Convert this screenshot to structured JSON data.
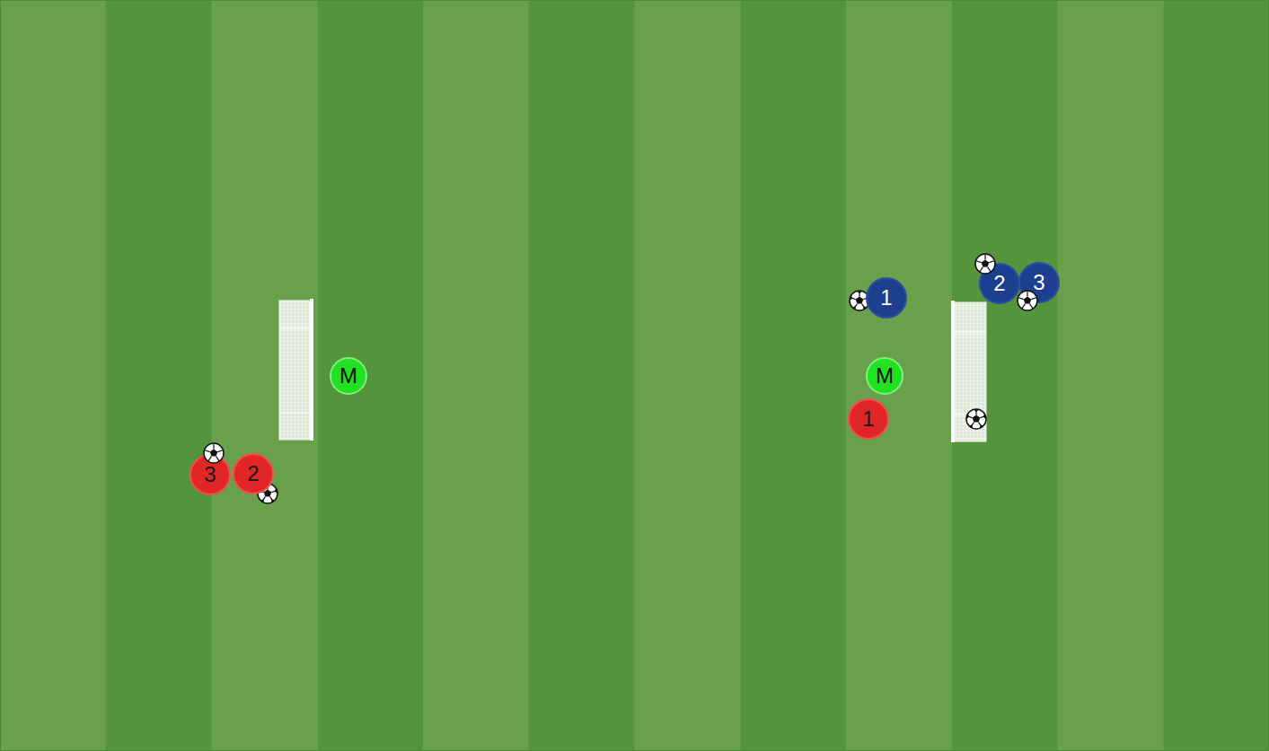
{
  "diagram": {
    "nodes": [
      {
        "text": [
          "M"
        ]
      },
      {
        "text": [
          "3"
        ]
      },
      {
        "text": [
          "2"
        ]
      },
      {
        "text": [
          "1"
        ]
      },
      {
        "text": [
          "M"
        ]
      },
      {
        "text": [
          "1"
        ]
      },
      {
        "text": [
          "2"
        ]
      },
      {
        "text": [
          "3"
        ]
      }
    ]
  }
}
